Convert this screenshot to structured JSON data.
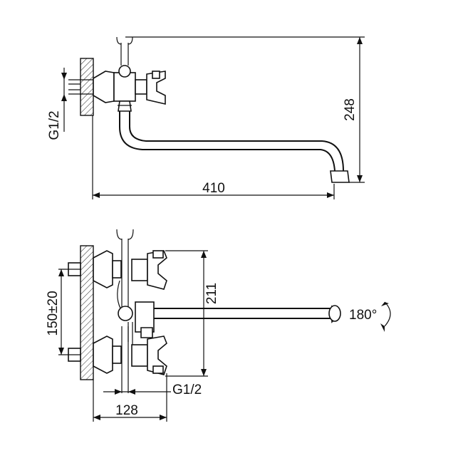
{
  "top_view": {
    "dim_width": "410",
    "dim_height": "248",
    "thread_label": "G1/2"
  },
  "bottom_view": {
    "dim_spacing": "150±20",
    "dim_height": "211",
    "dim_depth": "128",
    "thread_label": "G1/2",
    "rotation_label": "180°"
  },
  "colors": {
    "line": "#111111",
    "background": "#ffffff"
  }
}
